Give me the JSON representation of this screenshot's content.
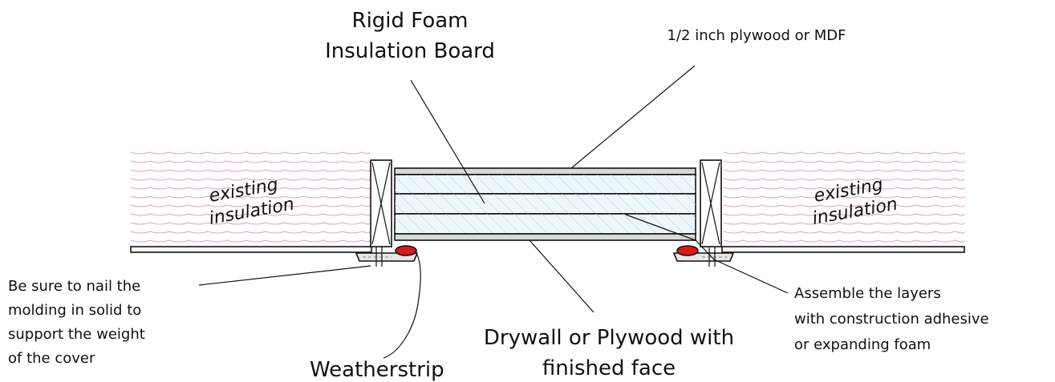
{
  "labels": {
    "rigid_foam_line1": "Rigid Foam",
    "rigid_foam_line2": "Insulation Board",
    "plywood_mdf": "1/2 inch plywood or MDF",
    "existing_left_1": "existing",
    "existing_left_2": "insulation",
    "existing_right_1": "existing",
    "existing_right_2": "insulation",
    "nail_line1": "Be sure to nail the",
    "nail_line2": "molding in solid to",
    "nail_line3": "support the weight",
    "nail_line4": "of the cover",
    "weatherstrip": "Weatherstrip",
    "drywall_line1": "Drywall or Plywood with",
    "drywall_line2": "finished face",
    "assemble_line1": "Assemble the layers",
    "assemble_line2": "with construction adhesive",
    "assemble_line3": "or expanding foam"
  },
  "colors": {
    "insulation_wave": "#e89ad2",
    "foam_hatch": "#9fd6e6",
    "foam_fill": "#eef8fb",
    "weatherstrip": "#e01515",
    "outline": "#111111",
    "plywood": "#d9d9d9"
  }
}
